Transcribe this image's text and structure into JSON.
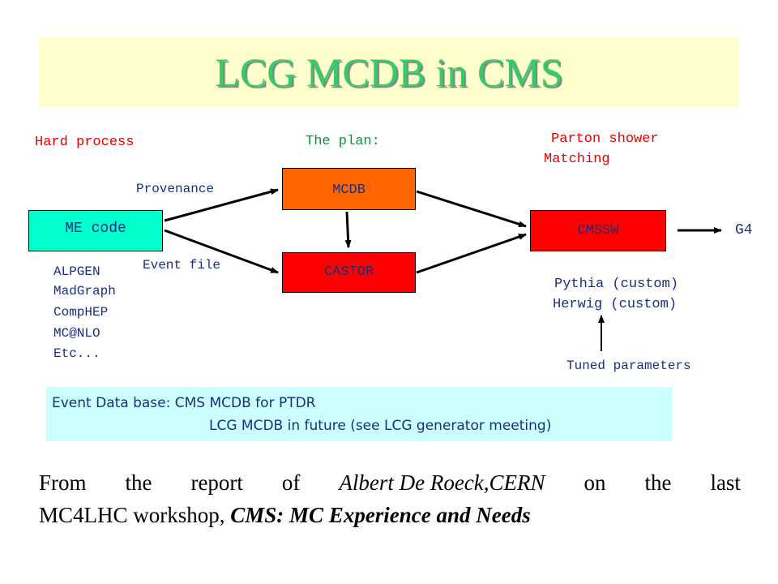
{
  "title": "LCG MCDB in CMS",
  "labels": {
    "hard_process": "Hard process",
    "the_plan": "The plan:",
    "parton_shower": "Parton shower",
    "matching": "Matching",
    "provenance": "Provenance",
    "event_file": "Event file",
    "g4": "G4",
    "tuned_parameters": "Tuned parameters"
  },
  "boxes": {
    "me_code": "ME code",
    "mcdb": "MCDB",
    "castor": "CASTOR",
    "cmssw": "CMSSW"
  },
  "generators": [
    "ALPGEN",
    "MadGraph",
    "CompHEP",
    "MC@NLO",
    "Etc..."
  ],
  "shower_generators": [
    "Pythia (custom)",
    "Herwig (custom)"
  ],
  "note": {
    "line1": "Event Data base: CMS MCDB for PTDR",
    "line2": "LCG MCDB in future (see LCG generator meeting)"
  },
  "footer": {
    "w1": "From",
    "w2": "the",
    "w3": "report",
    "w4": "of",
    "author": "Albert De Roeck,CERN",
    "w5": "on",
    "w6": "the",
    "w7": "last",
    "line2_plain": "MC4LHC workshop, ",
    "talk_title": "CMS: MC Experience and Needs"
  },
  "colors": {
    "title": "#33cc66",
    "title_bar": "#ffffcc",
    "me_code_box": "#00ffcc",
    "mcdb_box": "#ff6600",
    "castor_box": "#ff0000",
    "cmssw_box": "#ff0000",
    "note_bg": "#ccffff"
  }
}
